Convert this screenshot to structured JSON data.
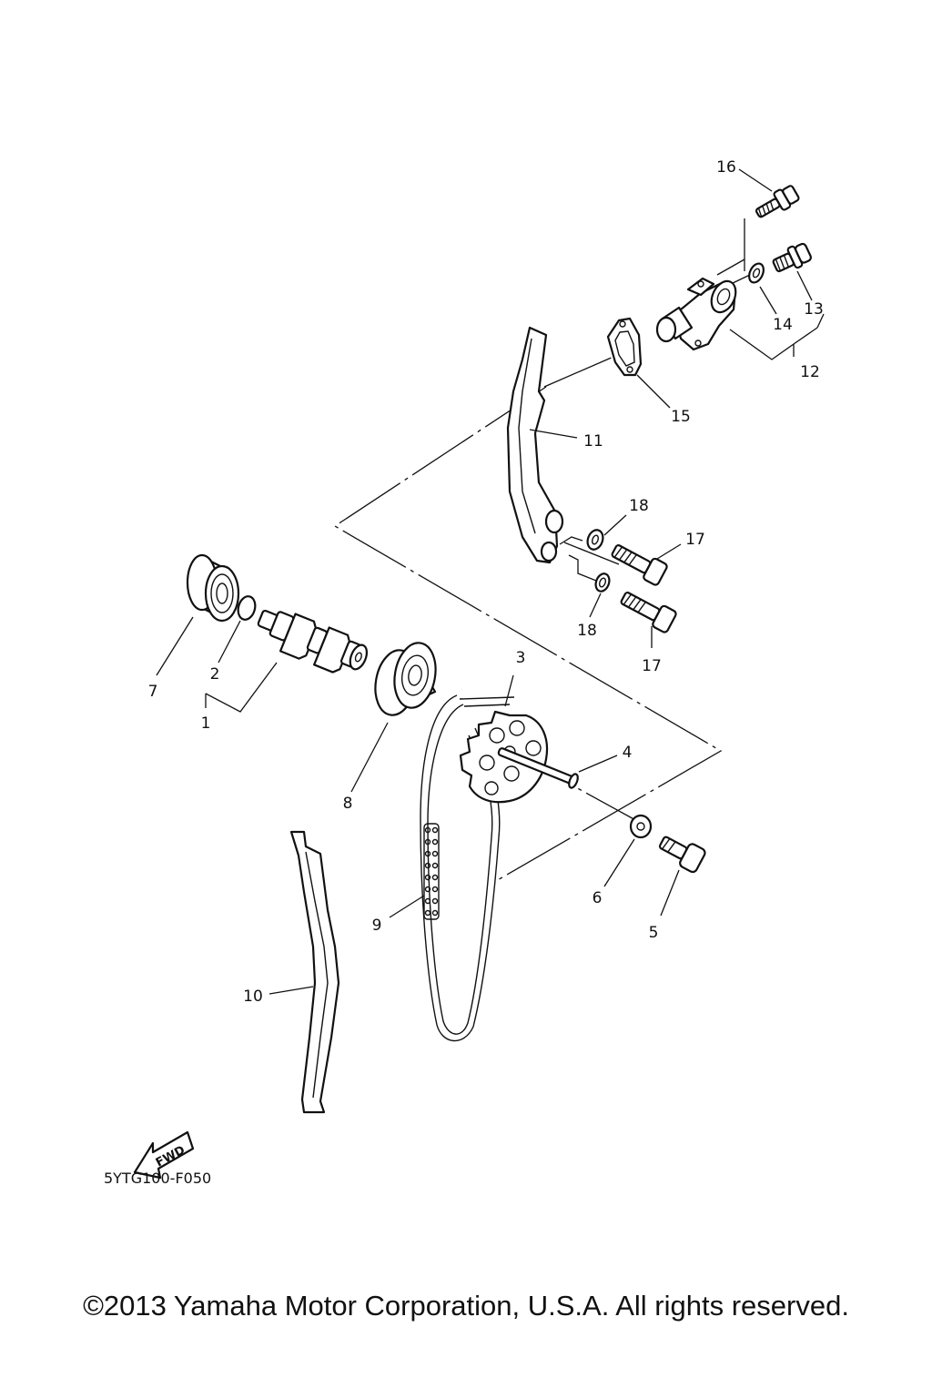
{
  "diagram": {
    "callouts": [
      "1",
      "2",
      "3",
      "4",
      "5",
      "6",
      "7",
      "8",
      "9",
      "10",
      "11",
      "12",
      "13",
      "14",
      "15",
      "16",
      "17",
      "18",
      "17",
      "18"
    ],
    "fwd_label": "FWD",
    "drawing_code": "5YTG100-F050"
  },
  "footer": {
    "copyright": "©2013 Yamaha Motor Corporation, U.S.A. All rights reserved."
  }
}
